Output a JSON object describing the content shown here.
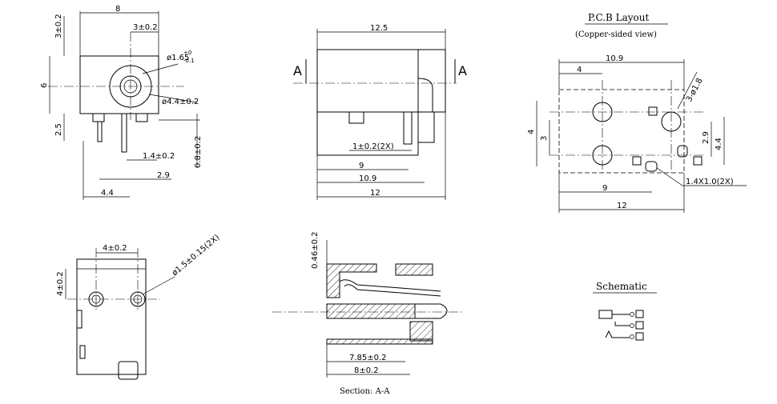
{
  "front_view": {
    "width": "8",
    "top_offset": "3±0.2",
    "hole_offset": "3±0.2",
    "height": "6",
    "bottom": "2.5",
    "pin_dia": "ø1.65",
    "pin_tol_plus": "+0",
    "pin_tol_minus": "-0.1",
    "bore_dia": "ø4.4±0.2",
    "pin_width": "1.4±0.2",
    "pin_thick": "0.8±0.2",
    "pin_span": "2.9",
    "pin_pitch": "4.4"
  },
  "side_view": {
    "length": "12.5",
    "section_mark": "A",
    "pin_width": "1±0.2(2X)",
    "d1": "9",
    "d2": "10.9",
    "d3": "12"
  },
  "pcb": {
    "title": "P.C.B Layout",
    "subtitle": "(Copper-sided view)",
    "w_top": "10.9",
    "w_left": "4",
    "hole_dia": "3-ø1.8",
    "h_left": "4",
    "h_inner": "3",
    "h_right1": "2.9",
    "h_right2": "4.4",
    "slot": "1.4X1.0(2X)",
    "w_bottom1": "9",
    "w_bottom2": "12"
  },
  "bottom_view": {
    "pitch": "4±0.2",
    "height": "4±0.2",
    "hole_dia": "ø1.5±0.15(2X)"
  },
  "section": {
    "wall": "0.46±0.2",
    "d1": "7.85±0.2",
    "d2": "8±0.2",
    "caption": "Section: A-A"
  },
  "schematic": {
    "title": "Schematic"
  }
}
